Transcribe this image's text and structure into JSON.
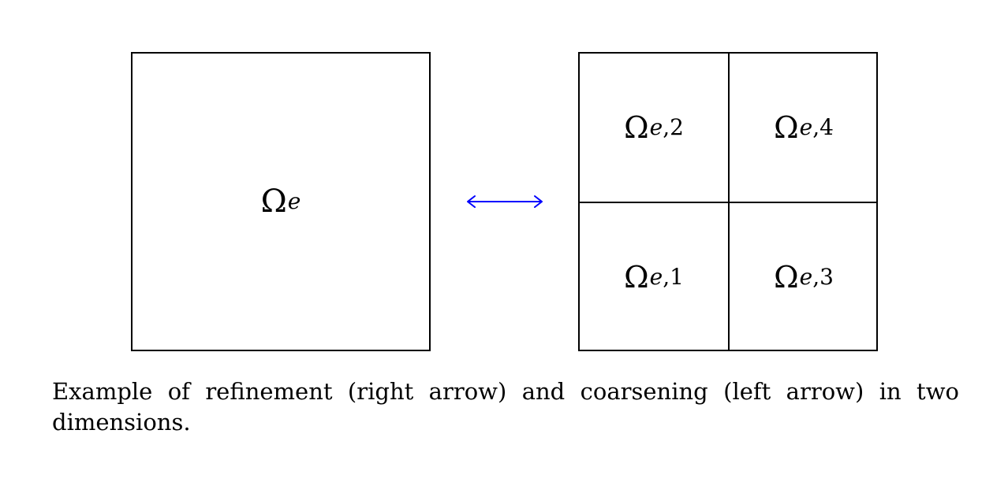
{
  "diagram": {
    "coarse_element": {
      "symbol": "Ω",
      "superscript": "e"
    },
    "refined_element": {
      "cells": [
        {
          "position": "bottom-left",
          "symbol": "Ω",
          "superscript_var": "e",
          "superscript_index": ",1"
        },
        {
          "position": "top-left",
          "symbol": "Ω",
          "superscript_var": "e",
          "superscript_index": ",2"
        },
        {
          "position": "bottom-right",
          "symbol": "Ω",
          "superscript_var": "e",
          "superscript_index": ",3"
        },
        {
          "position": "top-right",
          "symbol": "Ω",
          "superscript_var": "e",
          "superscript_index": ",4"
        }
      ]
    },
    "arrow": {
      "type": "double-headed",
      "color": "#0000ff"
    }
  },
  "caption": {
    "text": "Example of refinement (right arrow) and coarsening (left arrow) in two dimensions."
  }
}
